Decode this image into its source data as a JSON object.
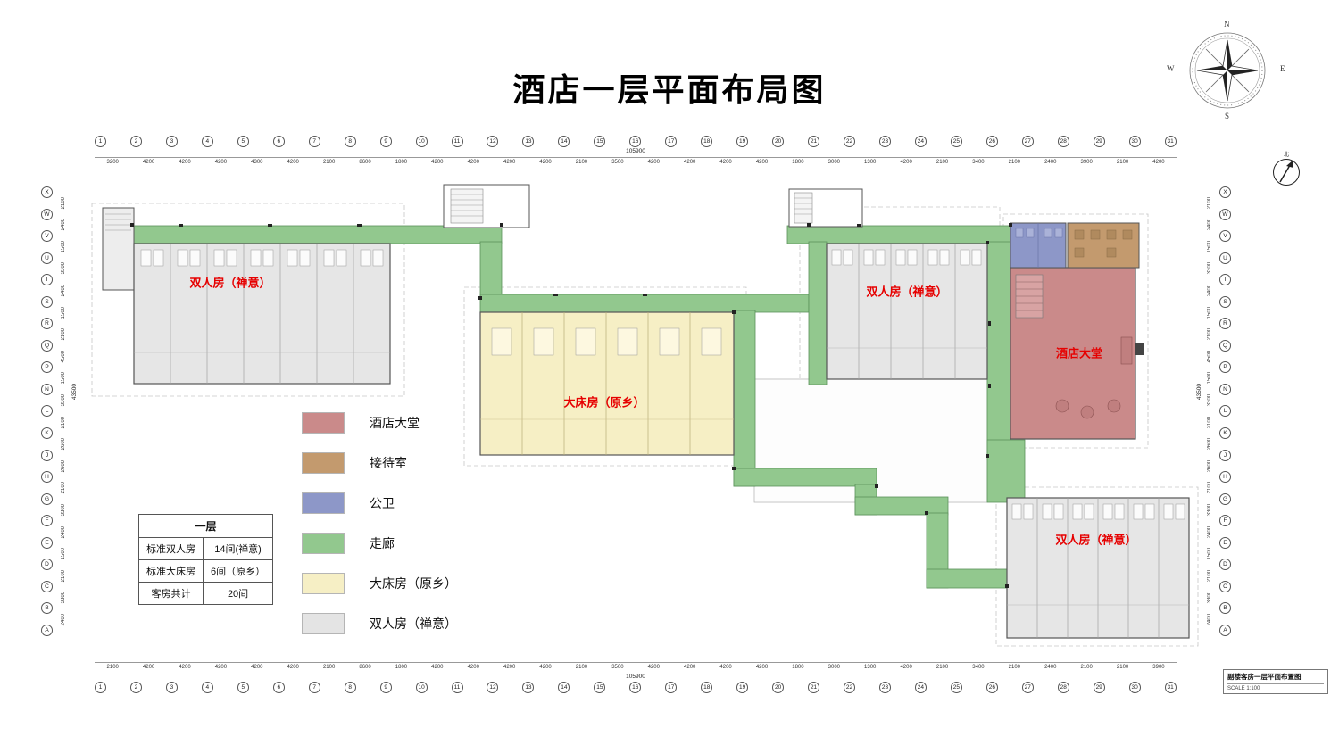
{
  "title": "酒店一层平面布局图",
  "north_label": "北",
  "compass": {
    "n": "N",
    "e": "E",
    "s": "S",
    "w": "W"
  },
  "rooms": {
    "double_left": "双人房（禅意）",
    "king": "大床房（原乡）",
    "double_top_right": "双人房（禅意）",
    "lobby": "酒店大堂",
    "double_bottom_right": "双人房（禅意）"
  },
  "legend": {
    "items": [
      {
        "label": "酒店大堂",
        "color": "#ca8a8a"
      },
      {
        "label": "接待室",
        "color": "#c39a6e"
      },
      {
        "label": "公卫",
        "color": "#8d97c8"
      },
      {
        "label": "走廊",
        "color": "#92c88e"
      },
      {
        "label": "大床房（原乡）",
        "color": "#f6efc5"
      },
      {
        "label": "双人房（禅意）",
        "color": "#e4e4e4"
      }
    ]
  },
  "stats_table": {
    "header": "一层",
    "rows": [
      {
        "name": "标准双人房",
        "value": "14间(禅意)"
      },
      {
        "name": "标准大床房",
        "value": "6间（原乡）"
      },
      {
        "name": "客房共计",
        "value": "20间"
      }
    ]
  },
  "grid": {
    "top_numbers": [
      "1",
      "2",
      "3",
      "4",
      "5",
      "6",
      "7",
      "8",
      "9",
      "10",
      "11",
      "12",
      "13",
      "14",
      "15",
      "16",
      "17",
      "18",
      "19",
      "20",
      "21",
      "22",
      "23",
      "24",
      "25",
      "26",
      "27",
      "28",
      "29",
      "30",
      "31"
    ],
    "bottom_numbers": [
      "1",
      "2",
      "3",
      "4",
      "5",
      "6",
      "7",
      "8",
      "9",
      "10",
      "11",
      "12",
      "13",
      "14",
      "15",
      "16",
      "17",
      "18",
      "19",
      "20",
      "21",
      "22",
      "23",
      "24",
      "25",
      "26",
      "27",
      "28",
      "29",
      "30",
      "31"
    ],
    "left_letters": [
      "X",
      "W",
      "V",
      "U",
      "T",
      "S",
      "R",
      "Q",
      "P",
      "N",
      "L",
      "K",
      "J",
      "H",
      "G",
      "F",
      "E",
      "D",
      "C",
      "B",
      "A"
    ],
    "right_letters": [
      "X",
      "W",
      "V",
      "U",
      "T",
      "S",
      "R",
      "Q",
      "P",
      "N",
      "L",
      "K",
      "J",
      "H",
      "G",
      "F",
      "E",
      "D",
      "C",
      "B",
      "A"
    ],
    "top_dims": [
      "3200",
      "4200",
      "4200",
      "4200",
      "4300",
      "4200",
      "2100",
      "8600",
      "1800",
      "4200",
      "4200",
      "4200",
      "4200",
      "2100",
      "3500",
      "4200",
      "4200",
      "4200",
      "4200",
      "1800",
      "3000",
      "1300",
      "4200",
      "2100",
      "3400",
      "2100",
      "2400",
      "3900",
      "2100",
      "4200"
    ],
    "bottom_dims": [
      "2100",
      "4200",
      "4200",
      "4200",
      "4200",
      "4200",
      "2100",
      "8600",
      "1800",
      "4200",
      "4200",
      "4200",
      "4200",
      "2100",
      "3500",
      "4200",
      "4200",
      "4200",
      "4200",
      "1800",
      "3000",
      "1300",
      "4200",
      "2100",
      "3400",
      "2100",
      "2400",
      "2100",
      "2100",
      "3900"
    ],
    "side_dims": [
      "2100",
      "2400",
      "1500",
      "3300",
      "2400",
      "1500",
      "2100",
      "4500",
      "1500",
      "3300",
      "2100",
      "2600",
      "2600",
      "2100",
      "3300",
      "2400",
      "1500",
      "2100",
      "3300",
      "2400"
    ],
    "top_total": "105900",
    "bottom_total": "105900",
    "side_total": "43500"
  },
  "title_block": {
    "line1": "副楼客房一层平面布置图",
    "line2": "SCALE  1:100"
  }
}
